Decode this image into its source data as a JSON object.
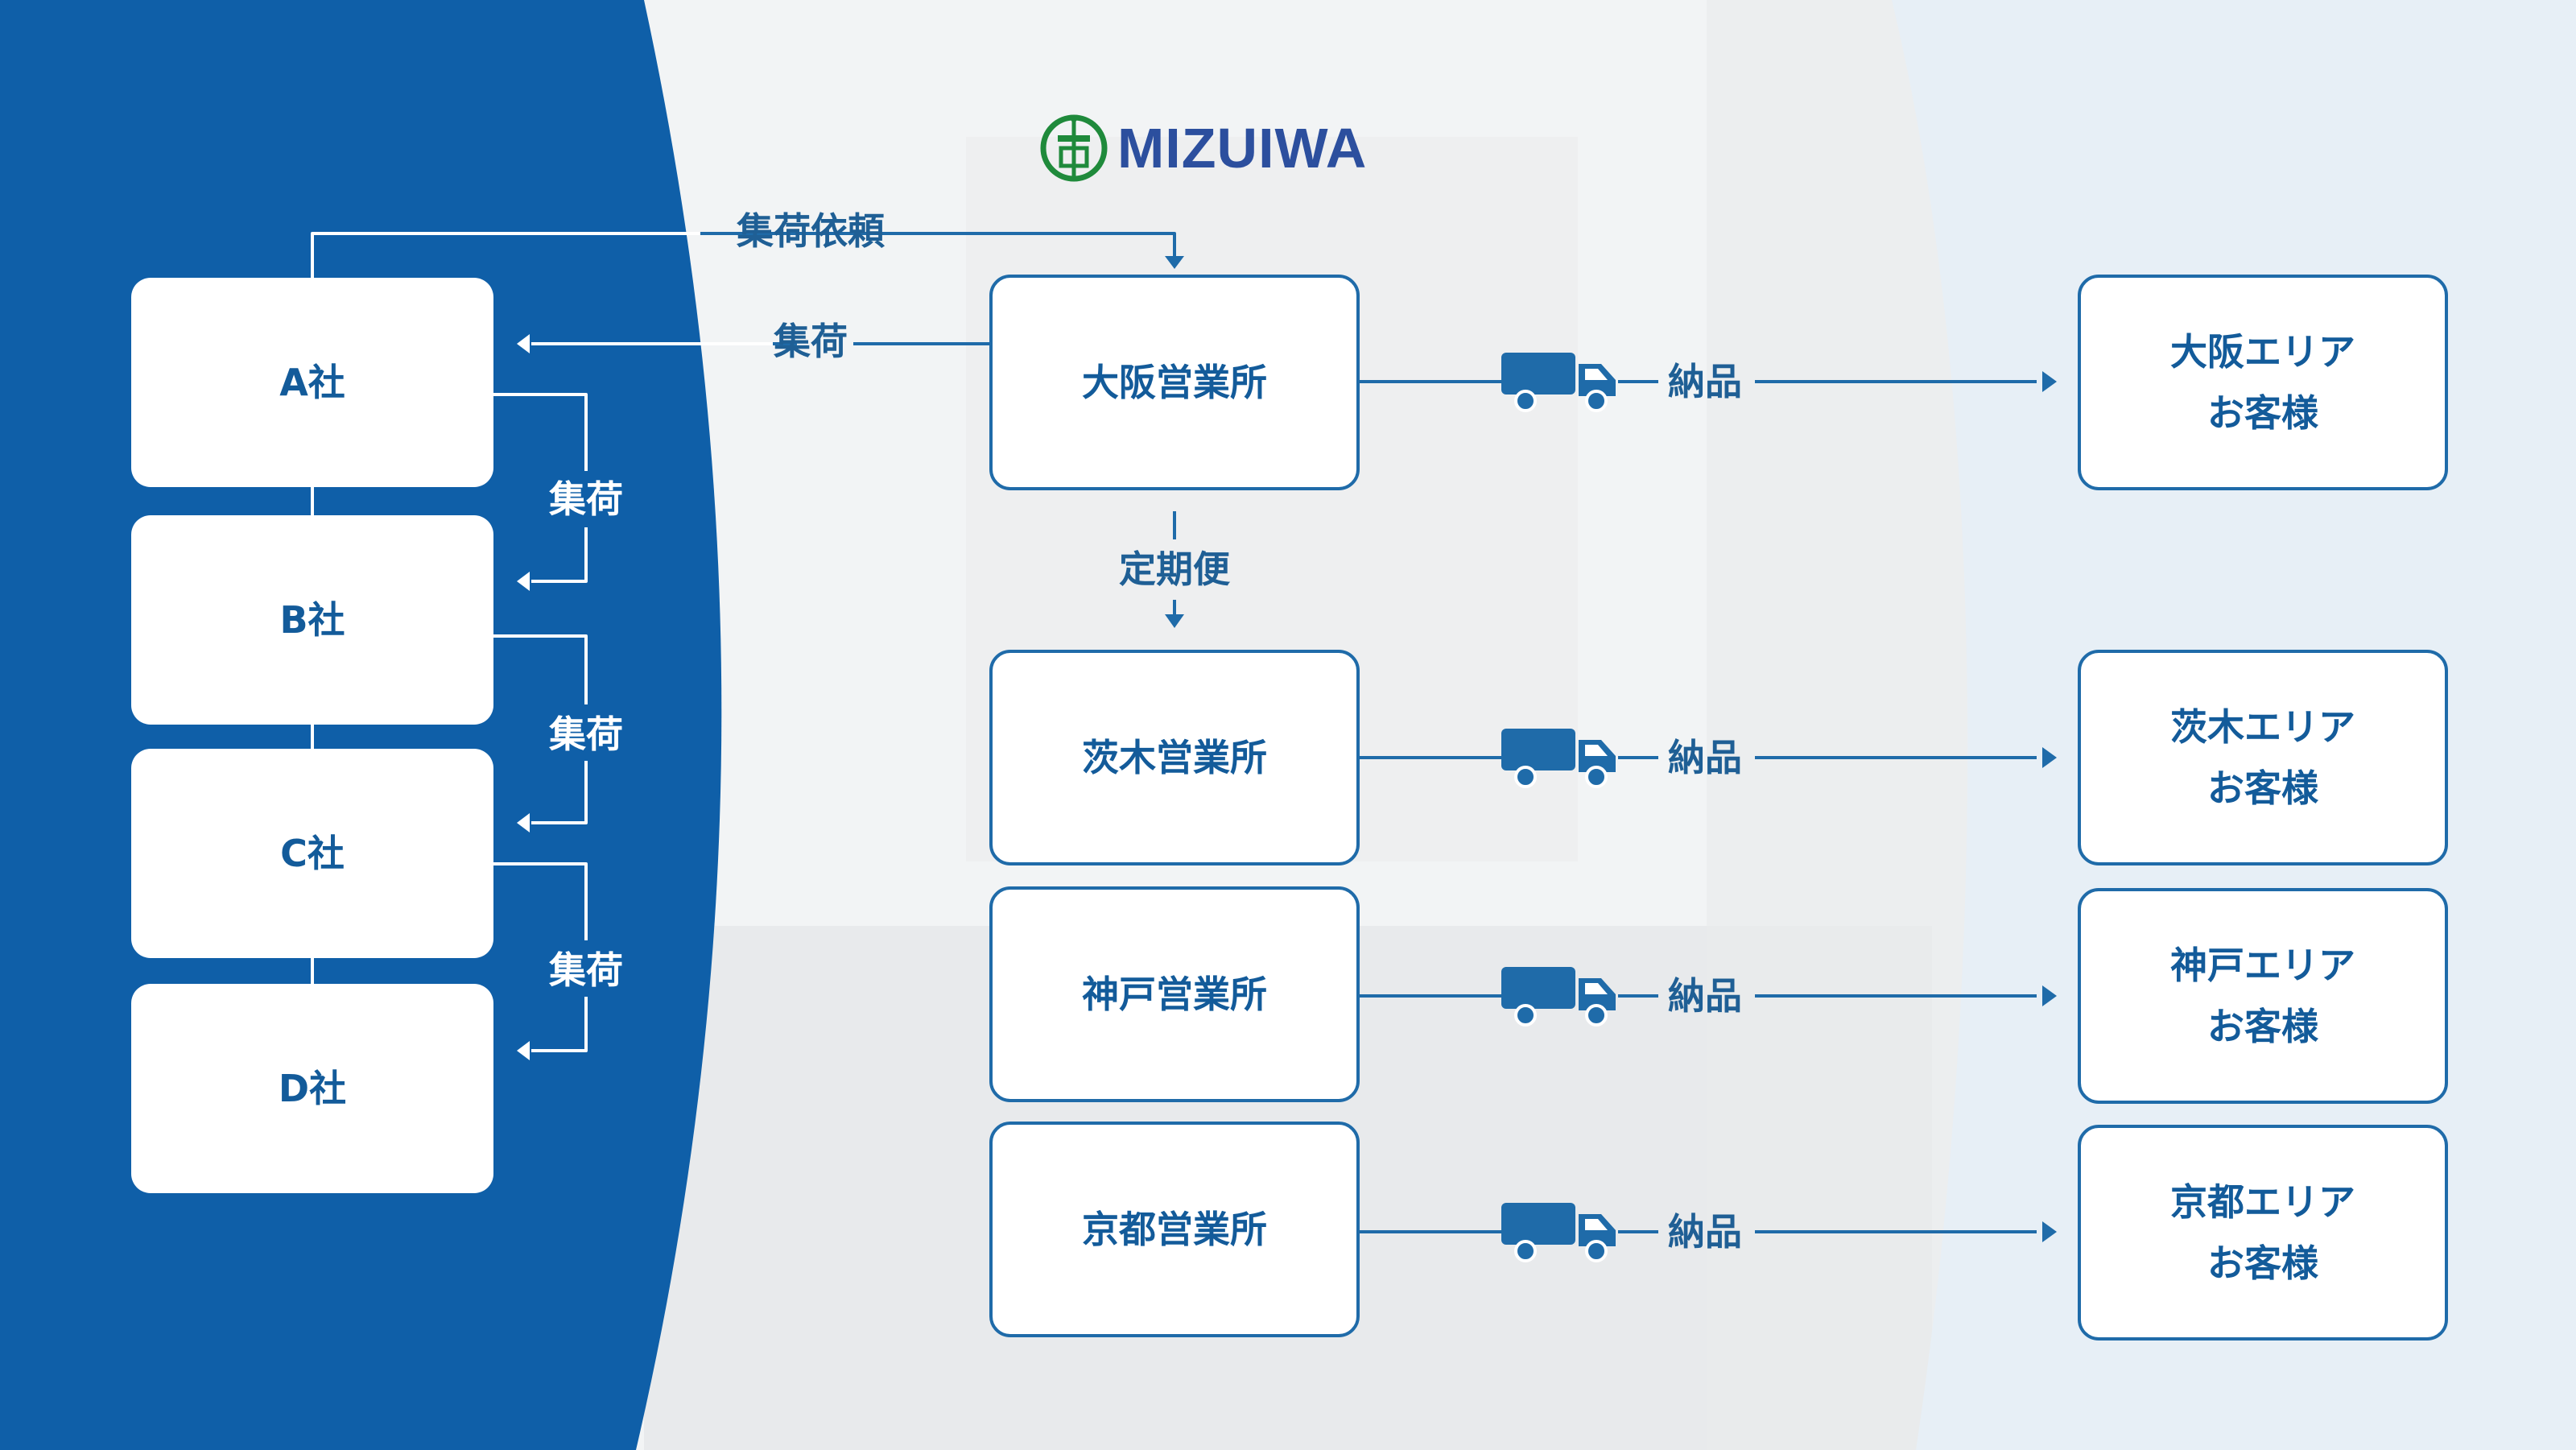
{
  "logo": {
    "text": "MIZUIWA",
    "colors": {
      "emblem": "#1f8a3b",
      "wordmark": "#2c4f9e",
      "accent": "#d0302c"
    }
  },
  "colors": {
    "panel_blue": "#0f5fa8",
    "line": "#1f6ba9",
    "text": "#135b9a",
    "right_panel": "#e7eff6"
  },
  "companies": [
    {
      "label": "A社"
    },
    {
      "label": "B社"
    },
    {
      "label": "C社"
    },
    {
      "label": "D社"
    }
  ],
  "offices": [
    {
      "label": "大阪営業所"
    },
    {
      "label": "茨木営業所"
    },
    {
      "label": "神戸営業所"
    },
    {
      "label": "京都営業所"
    }
  ],
  "customers": [
    {
      "line1": "大阪エリア",
      "line2": "お客様"
    },
    {
      "line1": "茨木エリア",
      "line2": "お客様"
    },
    {
      "line1": "神戸エリア",
      "line2": "お客様"
    },
    {
      "line1": "京都エリア",
      "line2": "お客様"
    }
  ],
  "edges": {
    "pickup_request": "集荷依頼",
    "pickup_from_osaka": "集荷",
    "pickup_between": [
      "集荷",
      "集荷",
      "集荷"
    ],
    "regular_service": "定期便",
    "delivery": [
      "納品",
      "納品",
      "納品",
      "納品"
    ]
  },
  "icons": {
    "truck": "truck-icon",
    "emblem": "company-emblem-icon"
  }
}
